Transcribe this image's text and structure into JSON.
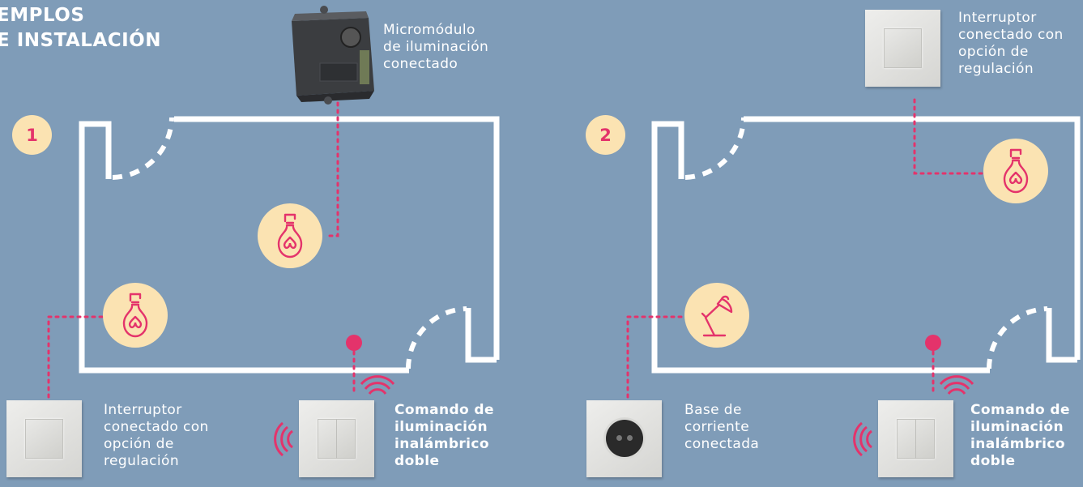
{
  "title": {
    "line1": "EMPLOS",
    "line2": "E INSTALACIÓN"
  },
  "scenes": [
    {
      "number": "1"
    },
    {
      "number": "2"
    }
  ],
  "labels": {
    "micromodule": "Micromódulo\nde iluminación\nconectado",
    "switch_left": "Interruptor\nconectado con\nopción de\nregulación",
    "switch_right": "Interruptor\nconectado con\nopción de\nregulación",
    "wireless_left": "Comando de\niluminación\ninalámbrico\ndoble",
    "wireless_right": "Comando de\niluminación\ninalámbrico\ndoble",
    "socket": "Base de\ncorriente\nconectada"
  },
  "colors": {
    "background": "#7f9cb8",
    "walls": "#ffffff",
    "accent": "#e4336b",
    "icon_bg": "#fbe3b2"
  },
  "icons": [
    "bulb-icon",
    "desk-lamp-icon",
    "wireless-signal-icon",
    "micromodule-device",
    "wall-switch-device",
    "wall-socket-device"
  ]
}
